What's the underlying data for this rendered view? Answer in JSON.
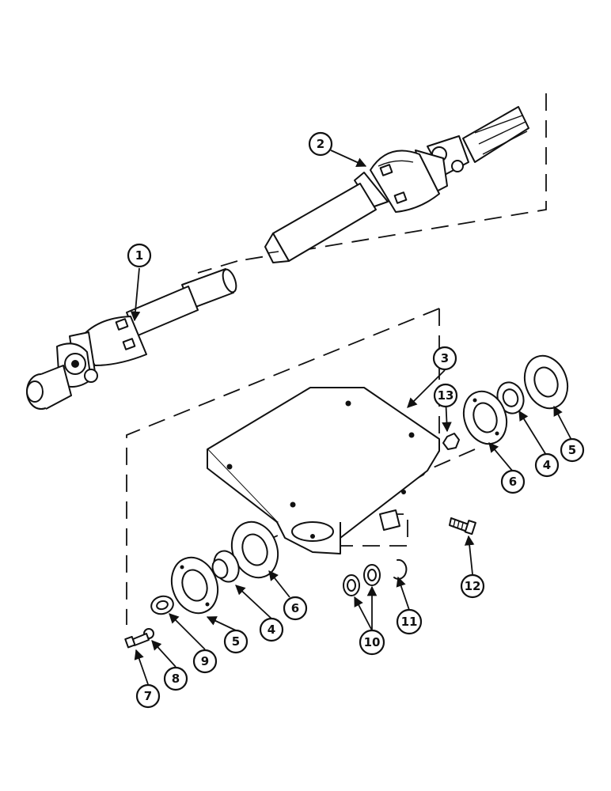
{
  "callouts": {
    "c1": "1",
    "c2": "2",
    "c3": "3",
    "c4a": "4",
    "c4b": "4",
    "c5a": "5",
    "c5b": "5",
    "c6a": "6",
    "c6b": "6",
    "c7": "7",
    "c8": "8",
    "c9": "9",
    "c10": "10",
    "c11": "11",
    "c12": "12",
    "c13": "13"
  }
}
